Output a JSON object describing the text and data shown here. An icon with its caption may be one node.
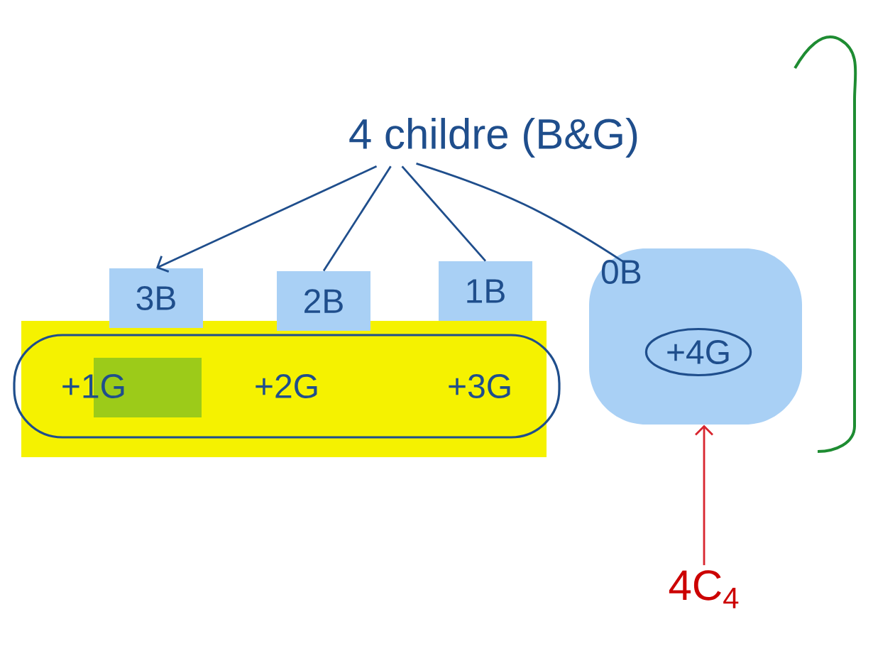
{
  "diagram": {
    "nodes": [
      {
        "text": [
          "4 childre (B&G)"
        ]
      },
      {
        "text": [
          "3B"
        ]
      },
      {
        "text": [
          "2B"
        ]
      },
      {
        "text": [
          "1B"
        ]
      },
      {
        "text": [
          "0B"
        ]
      },
      {
        "text": [
          "+4G"
        ],
        "in": 4
      },
      {
        "text": [
          "+1G",
          "+2G",
          "+3G"
        ]
      },
      {
        "text": [
          "4C$_{4}$"
        ]
      }
    ],
    "edges": [
      {
        "from": 0,
        "to": 1,
        "arrow": "to"
      },
      {
        "from": 0,
        "to": 2,
        "arrow": "none"
      },
      {
        "from": 0,
        "to": 3,
        "arrow": "none"
      },
      {
        "from": 0,
        "to": 4,
        "arrow": "none"
      },
      {
        "from": 7,
        "to": 4,
        "arrow": "to",
        "color": "#d8262f"
      }
    ]
  }
}
